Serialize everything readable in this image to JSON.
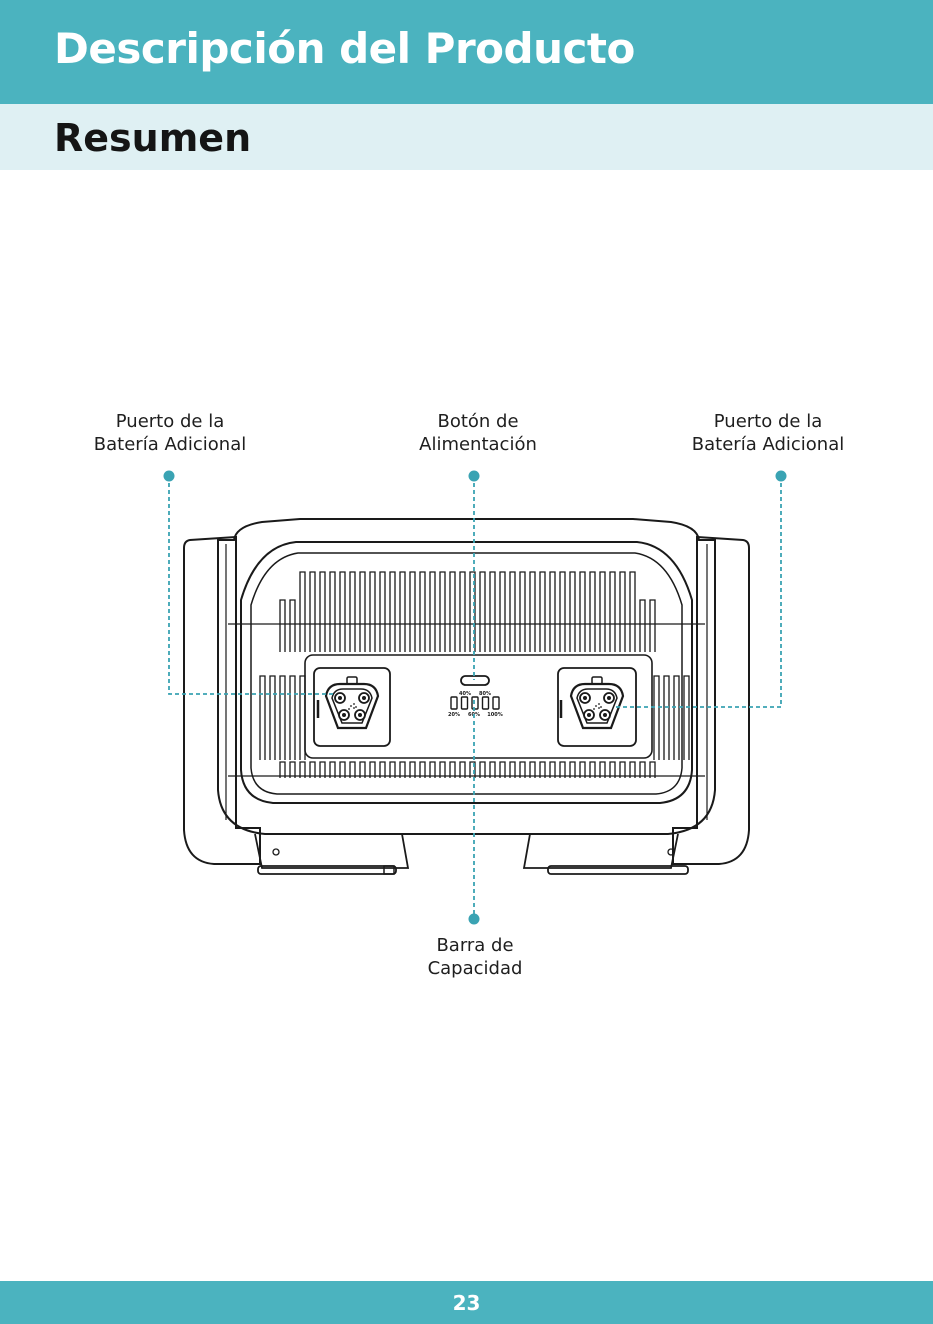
{
  "header": {
    "title": "Descripción del Producto",
    "subtitle": "Resumen"
  },
  "callouts": {
    "left_port": {
      "line1": "Puerto de la",
      "line2": "Batería Adicional"
    },
    "power_button": {
      "line1": "Botón de",
      "line2": "Alimentación"
    },
    "right_port": {
      "line1": "Puerto de la",
      "line2": "Batería Adicional"
    },
    "capacity_bar": {
      "line1": "Barra de",
      "line2": "Capacidad"
    }
  },
  "device": {
    "capacity_labels_top": [
      "40%",
      "80%"
    ],
    "capacity_labels_bottom": [
      "20%",
      "60%",
      "100%"
    ]
  },
  "colors": {
    "accent": "#4bb3bf",
    "accent_light": "#dff0f3",
    "leader_line": "#3aa3b3",
    "outline": "#1a1a1a"
  },
  "footer": {
    "page_number": "23"
  }
}
